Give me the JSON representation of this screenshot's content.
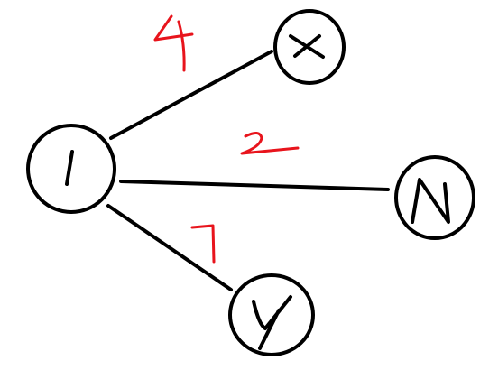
{
  "colors": {
    "ink": "#000000",
    "weight": "#e8141c",
    "background": "#ffffff"
  },
  "nodes": [
    {
      "id": "I",
      "label": "I"
    },
    {
      "id": "X",
      "label": "X"
    },
    {
      "id": "N",
      "label": "N"
    },
    {
      "id": "Y",
      "label": "Y"
    }
  ],
  "edges": [
    {
      "from": "I",
      "to": "X",
      "weight": "4"
    },
    {
      "from": "I",
      "to": "N",
      "weight": "2"
    },
    {
      "from": "I",
      "to": "Y",
      "weight": "7"
    }
  ]
}
